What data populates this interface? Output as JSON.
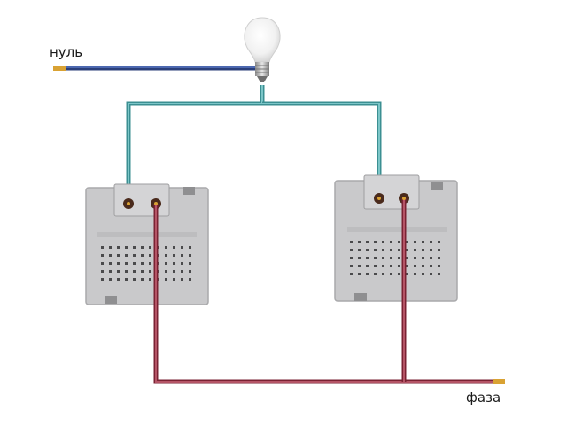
{
  "labels": {
    "neutral": "нуль",
    "phase": "фаза"
  },
  "colors": {
    "neutral_wire": "#3f5aa0",
    "switch_wire": "#63b2b4",
    "phase_wire": "#9b3a4c",
    "switch_body": "#c9c9cb",
    "switch_border": "#a9a9ab",
    "copper": "#d9a233"
  },
  "icons": {
    "bulb": "light-bulb-icon",
    "switch": "light-switch-module"
  }
}
